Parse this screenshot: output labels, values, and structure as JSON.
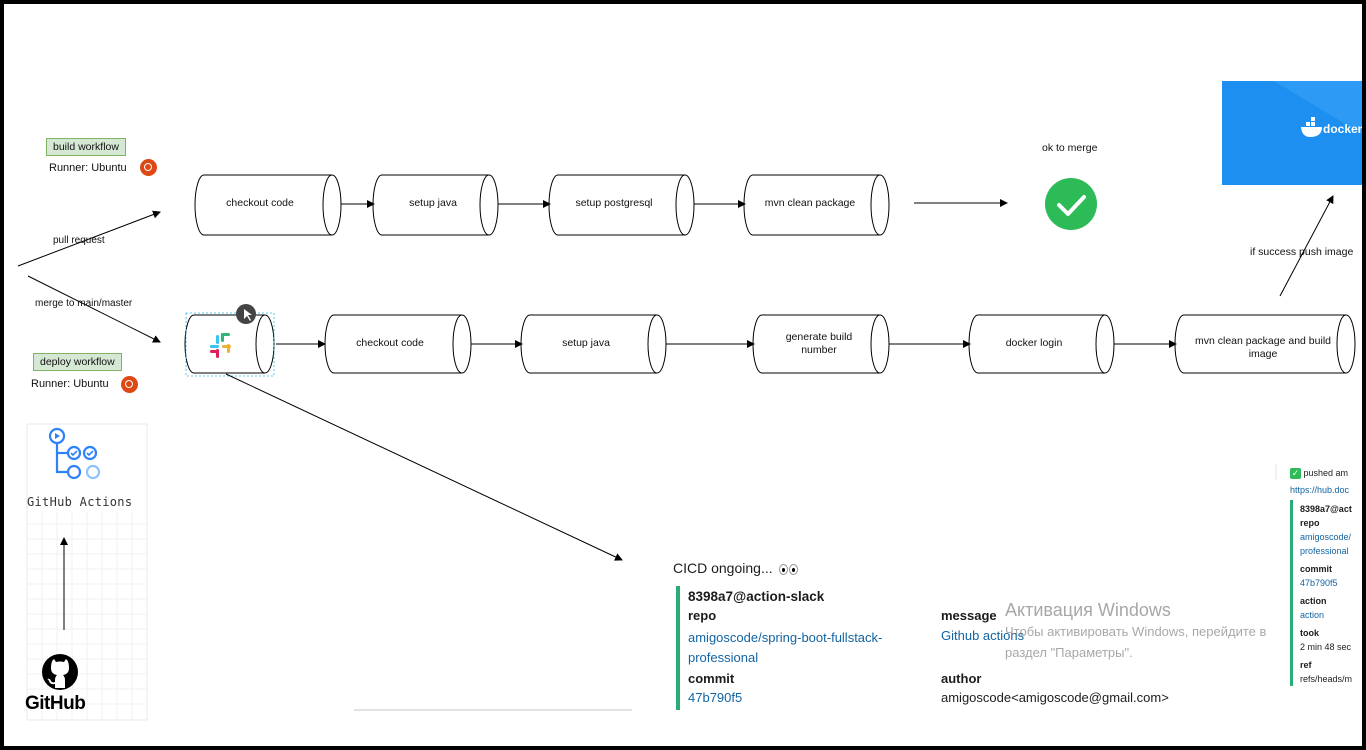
{
  "build": {
    "tag": "build workflow",
    "runner": "Runner: Ubuntu",
    "steps": [
      "checkout code",
      "setup java",
      "setup postgresql",
      "mvn clean package"
    ],
    "ok_label": "ok to merge"
  },
  "deploy": {
    "tag": "deploy workflow",
    "runner": "Runner: Ubuntu",
    "steps": [
      "checkout code",
      "setup java",
      "generate build number",
      "docker login",
      "mvn clean package and build image"
    ],
    "push_label": "if success push image"
  },
  "edges": {
    "pull_request": "pull request",
    "merge": "merge to main/master"
  },
  "left_panel": {
    "actions_label": "GitHub Actions",
    "github_label": "GitHub"
  },
  "docker_label": "docker",
  "slack_message": {
    "title": "CICD ongoing...",
    "sender": "8398a7@action-slack",
    "repo_label": "repo",
    "repo_value": "amigoscode/spring-boot-fullstack-professional",
    "repo_line1": "amigoscode/spring-boot-fullstack-",
    "repo_line2": "professional",
    "commit_label": "commit",
    "commit_value": "47b790f5",
    "message_label": "message",
    "message_value": "Github actions",
    "author_label": "author",
    "author_value": "amigoscode<amigoscode@gmail.com>"
  },
  "side_message": {
    "title": "pushed am",
    "link": "https://hub.doc",
    "sender": "8398a7@act",
    "repo_label": "repo",
    "repo_v1": "amigoscode/",
    "repo_v2": "professional",
    "commit_label": "commit",
    "commit_value": "47b790f5",
    "action_label": "action",
    "action_value": "action",
    "took_label": "took",
    "took_value": "2 min 48 sec",
    "ref_label": "ref",
    "ref_value": "refs/heads/m"
  },
  "watermark": {
    "line1": "Активация Windows",
    "line2": "Чтобы активировать Windows, перейдите в",
    "line3": "раздел \"Параметры\"."
  },
  "colors": {
    "ok_green": "#2dbb57",
    "docker_blue": "#1d8ff0",
    "ubuntu_orange": "#dd4814",
    "tag_green": "#d5e8d4",
    "slack_link": "#1264a3"
  }
}
